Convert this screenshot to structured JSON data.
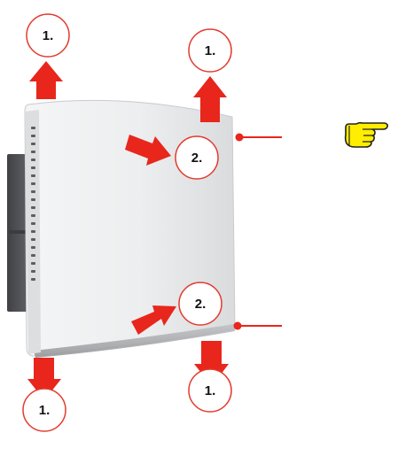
{
  "diagram": {
    "callouts": [
      {
        "id": "step-1-top-left",
        "text": "1."
      },
      {
        "id": "step-1-top-right",
        "text": "1."
      },
      {
        "id": "step-2-upper",
        "text": "2."
      },
      {
        "id": "step-2-lower",
        "text": "2."
      },
      {
        "id": "step-1-bottom-right",
        "text": "1."
      },
      {
        "id": "step-1-bottom-left",
        "text": "1."
      }
    ],
    "icons": {
      "pointer": "pointing-hand-icon"
    },
    "colors": {
      "arrow": "#e8261c",
      "callout_ring": "#e23b2e",
      "pointer_hand": "#ffee00",
      "device_body": "#e6e7ea",
      "device_back": "#4f5154"
    }
  }
}
